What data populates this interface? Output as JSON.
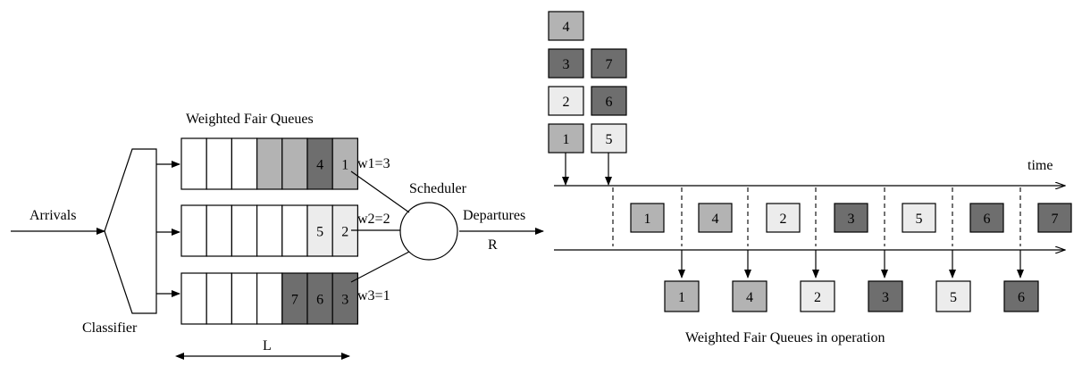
{
  "colors": {
    "light": "#ececec",
    "medium": "#b3b3b3",
    "dark": "#6e6e6e",
    "empty": "#ffffff",
    "line": "#000000"
  },
  "labels": {
    "queues_title": "Weighted Fair Queues",
    "arrivals": "Arrivals",
    "classifier": "Classifier",
    "scheduler": "Scheduler",
    "departures": "Departures",
    "rate": "R",
    "length": "L",
    "time": "time",
    "operation_title": "Weighted Fair Queues in operation"
  },
  "queues": [
    {
      "weight_label": "w1=3",
      "packets": [
        {
          "n": "4",
          "shade": "dark"
        },
        {
          "n": "1",
          "shade": "medium"
        }
      ],
      "blank_shaded": [
        "medium",
        "medium"
      ]
    },
    {
      "weight_label": "w2=2",
      "packets": [
        {
          "n": "5",
          "shade": "light"
        },
        {
          "n": "2",
          "shade": "light"
        }
      ],
      "blank_shaded": []
    },
    {
      "weight_label": "w3=1",
      "packets": [
        {
          "n": "7",
          "shade": "dark"
        },
        {
          "n": "6",
          "shade": "dark"
        },
        {
          "n": "3",
          "shade": "dark"
        }
      ],
      "blank_shaded": []
    }
  ],
  "arrival_stacks": [
    [
      {
        "n": "4",
        "shade": "medium"
      },
      {
        "n": "3",
        "shade": "dark"
      },
      {
        "n": "2",
        "shade": "light"
      },
      {
        "n": "1",
        "shade": "medium"
      }
    ],
    [
      {
        "n": "7",
        "shade": "dark"
      },
      {
        "n": "6",
        "shade": "dark"
      },
      {
        "n": "5",
        "shade": "light"
      }
    ]
  ],
  "timeline_packets": [
    {
      "n": "1",
      "shade": "medium"
    },
    {
      "n": "4",
      "shade": "medium"
    },
    {
      "n": "2",
      "shade": "light"
    },
    {
      "n": "3",
      "shade": "dark"
    },
    {
      "n": "5",
      "shade": "light"
    },
    {
      "n": "6",
      "shade": "dark"
    },
    {
      "n": "7",
      "shade": "dark"
    }
  ],
  "departed_packets": [
    {
      "n": "1",
      "shade": "medium"
    },
    {
      "n": "4",
      "shade": "medium"
    },
    {
      "n": "2",
      "shade": "light"
    },
    {
      "n": "3",
      "shade": "dark"
    },
    {
      "n": "5",
      "shade": "light"
    },
    {
      "n": "6",
      "shade": "dark"
    }
  ]
}
